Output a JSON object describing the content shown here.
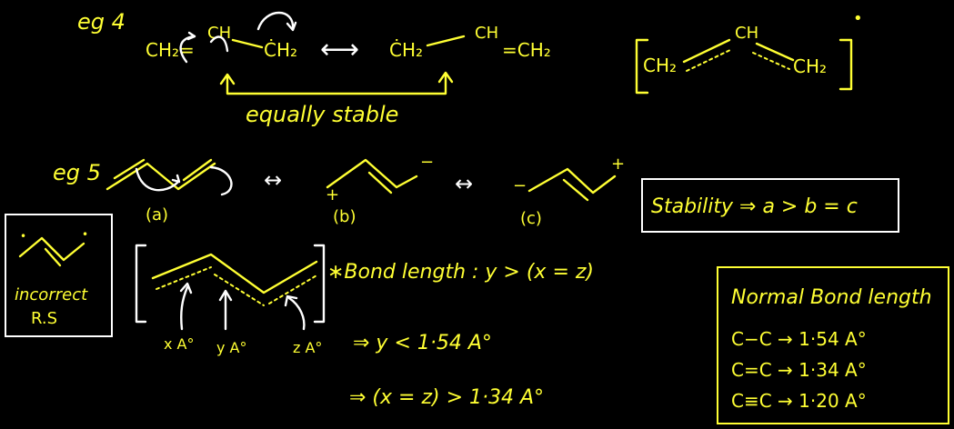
{
  "colors": {
    "background": "#000000",
    "ink": "#ffff33",
    "white_ink": "#ffffff"
  },
  "eg4": {
    "label": "eg 4",
    "s1_left": "CH₂=",
    "s1_mid": "CH",
    "s1_right": "ĊH₂",
    "s2_left": "ĊH₂",
    "s2_mid": "CH",
    "s2_right": "=CH₂",
    "arrow": "⟷",
    "hybrid_left": "CH₂",
    "hybrid_mid": "CH",
    "hybrid_right": "CH₂",
    "hybrid_dot": "•",
    "equally_stable": "equally stable"
  },
  "eg5": {
    "label": "eg 5",
    "a_label": "(a)",
    "b_label": "(b)",
    "c_label": "(c)",
    "arrow": "↔",
    "plus": "+",
    "minus": "−",
    "stability": "Stability ⇒ a > b = c"
  },
  "incorrect": {
    "line1": "incorrect",
    "line2": "R.S"
  },
  "bonds": {
    "x": "x A°",
    "y": "y A°",
    "z": "z A°",
    "line1": "∗Bond length : y > (x = z)",
    "line2": "⇒ y < 1·54 A°",
    "line3": "⇒ (x = z) > 1·34 A°"
  },
  "normal": {
    "title": "Normal Bond length",
    "r1": "C−C → 1·54 A°",
    "r2": "C=C → 1·34 A°",
    "r3": "C≡C → 1·20 A°"
  }
}
